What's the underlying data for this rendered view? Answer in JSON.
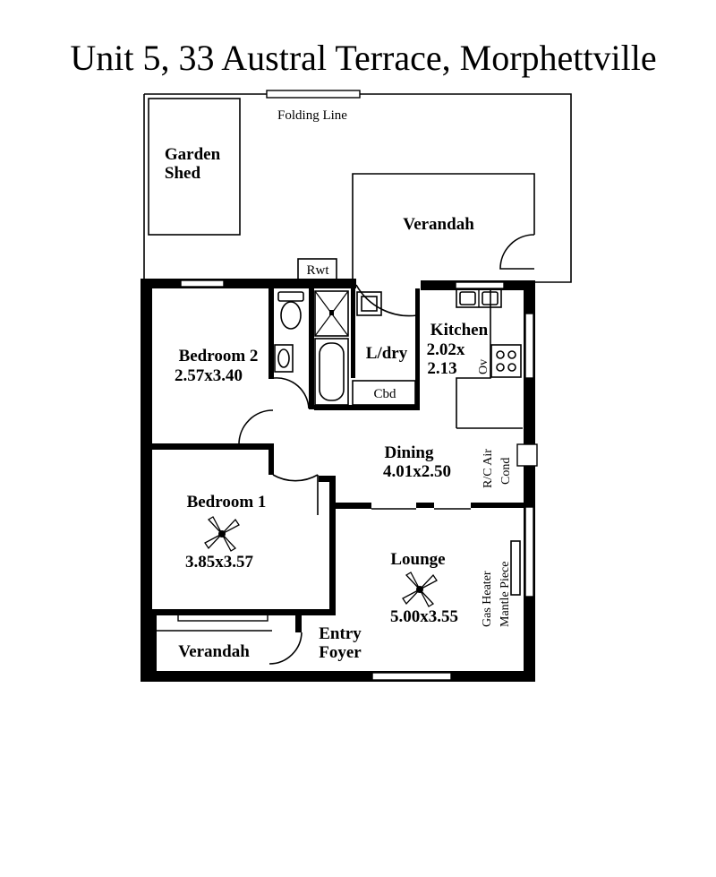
{
  "title": "Unit 5, 33 Austral Terrace, Morphettville",
  "labels": {
    "folding_line": "Folding Line",
    "garden_shed_line1": "Garden",
    "garden_shed_line2": "Shed",
    "verandah_rear": "Verandah",
    "rwt": "Rwt",
    "kitchen": "Kitchen",
    "kitchen_dim_line1": "2.02x",
    "kitchen_dim_line2": "2.13",
    "oven": "Ov",
    "laundry": "L/dry",
    "cupboard": "Cbd",
    "bedroom2": "Bedroom 2",
    "bedroom2_dim": "2.57x3.40",
    "dining": "Dining",
    "dining_dim": "4.01x2.50",
    "air_cond_line1": "R/C Air",
    "air_cond_line2": "Cond",
    "bedroom1": "Bedroom 1",
    "bedroom1_dim": "3.85x3.57",
    "lounge": "Lounge",
    "lounge_dim": "5.00x3.55",
    "gas_heater": "Gas Heater",
    "mantle_piece": "Mantle Piece",
    "entry_line1": "Entry",
    "entry_line2": "Foyer",
    "verandah_front": "Verandah"
  },
  "icons": {
    "ceiling_fan": "ceiling-fan-icon",
    "toilet": "toilet-icon",
    "shower": "shower-icon",
    "bath": "bath-icon",
    "sink": "sink-icon",
    "cooktop": "cooktop-icon"
  },
  "colors": {
    "ink": "#000000",
    "paper": "#ffffff"
  }
}
